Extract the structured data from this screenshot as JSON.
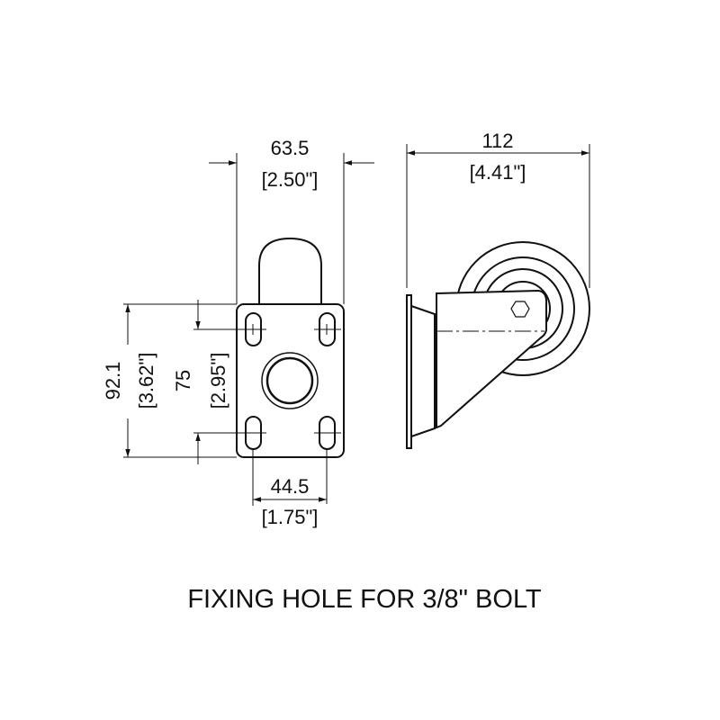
{
  "dimensions": {
    "plate_width": {
      "mm": "63.5",
      "in": "[2.50\"]"
    },
    "overall_height": {
      "mm": "112",
      "in": "[4.41\"]"
    },
    "plate_length": {
      "mm": "92.1",
      "in": "[3.62\"]"
    },
    "hole_spacing_length": {
      "mm": "75",
      "in": "[2.95\"]"
    },
    "hole_spacing_width": {
      "mm": "44.5",
      "in": "[1.75\"]"
    }
  },
  "caption": "FIXING HOLE FOR 3/8\" BOLT"
}
